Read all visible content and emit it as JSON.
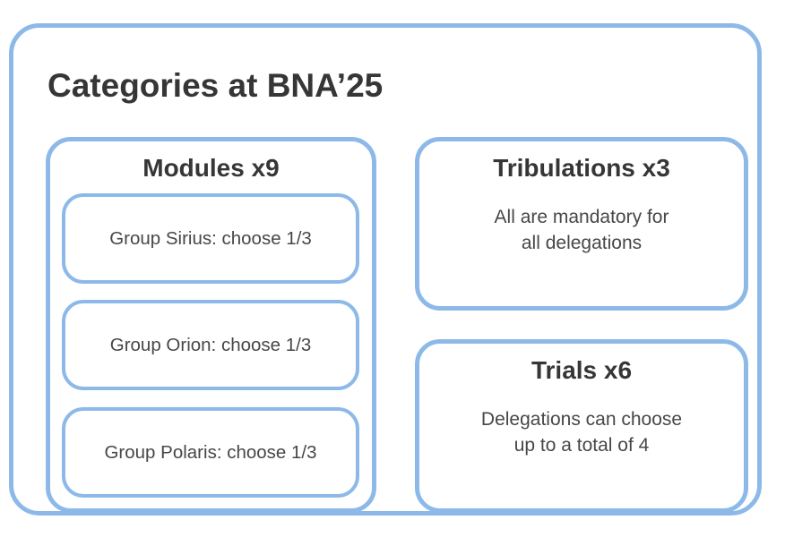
{
  "theme": {
    "accent_color": "#8db9e9",
    "title_color": "#363636",
    "body_color": "#474747"
  },
  "diagram": {
    "title": "Categories at BNA’25",
    "modules": {
      "title": "Modules x9",
      "groups": [
        {
          "label": "Group Sirius: choose 1/3"
        },
        {
          "label": "Group Orion: choose 1/3"
        },
        {
          "label": "Group Polaris: choose 1/3"
        }
      ]
    },
    "tribulations": {
      "title": "Tribulations x3",
      "body_line1": "All are mandatory for",
      "body_line2": "all delegations"
    },
    "trials": {
      "title": "Trials x6",
      "body_line1": "Delegations can choose",
      "body_line2": "up to a total of 4"
    }
  }
}
